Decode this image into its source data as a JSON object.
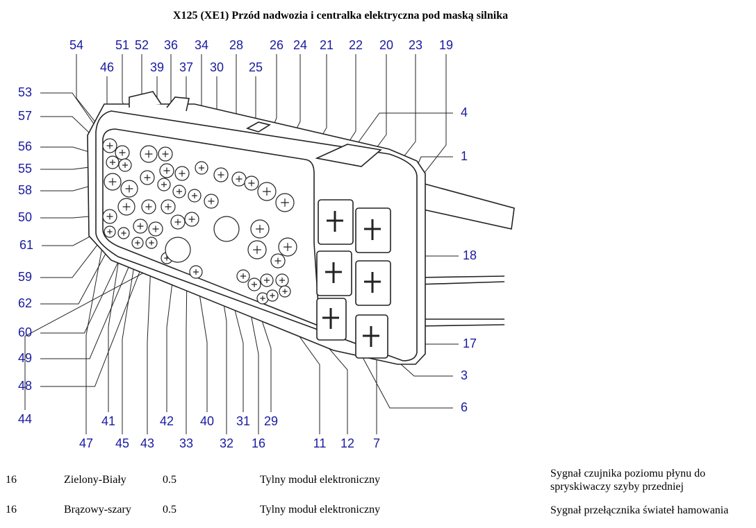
{
  "title": "X125 (XE1) Przód nadwozia i centralka elektryczna pod maską silnika",
  "diagram": {
    "pin_numbers": [
      "54",
      "51",
      "52",
      "36",
      "34",
      "28",
      "26",
      "24",
      "21",
      "22",
      "20",
      "23",
      "19",
      "46",
      "39",
      "37",
      "30",
      "25",
      "53",
      "57",
      "56",
      "55",
      "58",
      "50",
      "61",
      "59",
      "62",
      "60",
      "49",
      "48",
      "44",
      "4",
      "1",
      "18",
      "17",
      "3",
      "6",
      "47",
      "41",
      "45",
      "43",
      "42",
      "33",
      "40",
      "32",
      "31",
      "16",
      "29",
      "11",
      "12",
      "7"
    ]
  },
  "rows": [
    {
      "pin": "16",
      "color": "Zielony-Biały",
      "size": "0.5",
      "module": "Tylny moduł elektroniczny",
      "description": "Sygnał czujnika poziomu płynu do spryskiwaczy szyby przedniej"
    },
    {
      "pin": "16",
      "color": "Brązowy-szary",
      "size": "0.5",
      "module": "Tylny moduł elektroniczny",
      "description": "Sygnał przełącznika świateł hamowania"
    }
  ]
}
